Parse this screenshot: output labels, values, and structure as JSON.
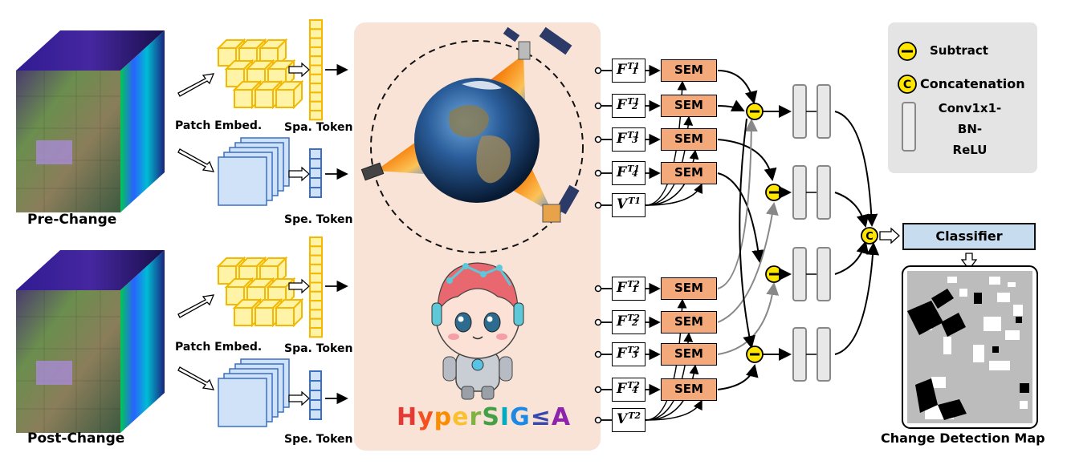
{
  "labels": {
    "pre_change": "Pre-Change",
    "post_change": "Post-Change",
    "patch_embed": "Patch Embed.",
    "spa_token": "Spa. Token",
    "spe_token": "Spe. Token",
    "sem": "SEM",
    "classifier": "Classifier",
    "change_map": "Change Detection Map"
  },
  "brand": {
    "letters": [
      "H",
      "y",
      "p",
      "e",
      "r",
      "S",
      "I",
      "G",
      "≤",
      "A"
    ],
    "colors": [
      "#e53935",
      "#f4511e",
      "#fb8c00",
      "#fbc02d",
      "#7cb342",
      "#43a047",
      "#00acc1",
      "#1e88e5",
      "#3949ab",
      "#8e24aa"
    ]
  },
  "features_t1": [
    {
      "base": "F",
      "sup": "T1",
      "sub": "1"
    },
    {
      "base": "F",
      "sup": "T1",
      "sub": "2"
    },
    {
      "base": "F",
      "sup": "T1",
      "sub": "3"
    },
    {
      "base": "F",
      "sup": "T1",
      "sub": "4"
    },
    {
      "base": "V",
      "sup": "T1",
      "sub": ""
    }
  ],
  "features_t2": [
    {
      "base": "F",
      "sup": "T2",
      "sub": "1"
    },
    {
      "base": "F",
      "sup": "T2",
      "sub": "2"
    },
    {
      "base": "F",
      "sup": "T2",
      "sub": "3"
    },
    {
      "base": "F",
      "sup": "T2",
      "sub": "4"
    },
    {
      "base": "V",
      "sup": "T2",
      "sub": ""
    }
  ],
  "legend": {
    "subtract": "Subtract",
    "concatenation": "Concatenation",
    "conv_line1": "Conv1x1-",
    "conv_line2": "BN-",
    "conv_line3": "ReLU"
  },
  "colors": {
    "panel": "#f9e3d7",
    "sem": "#f4a97a",
    "yellow_cube": "#fff3a8",
    "yellow_edge": "#f5b800",
    "blue_block": "#cfe2f8",
    "blue_edge": "#3a6fc4",
    "circle_yellow": "#ffe600",
    "conv_fill": "#e8e8e8",
    "classifier": "#c8dcf0"
  }
}
